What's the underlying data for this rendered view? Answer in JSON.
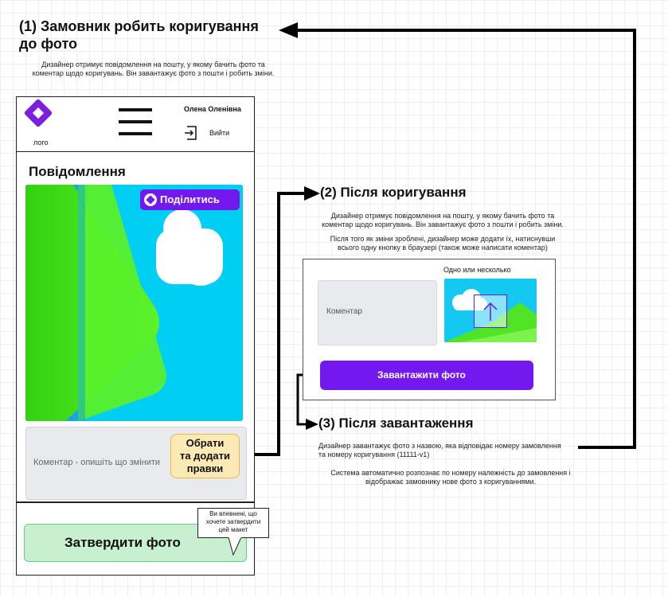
{
  "step1": {
    "title_line1": "(1) Замовник робить коригування",
    "title_line2": "до фото",
    "desc_line1": "Дизайнер отримує повідомлення на пошту, у якому бачить фото та",
    "desc_line2": "коментар щодо коригувань. Він завантажує фото з пошти і робить зміни."
  },
  "phone": {
    "logo_label": "лого",
    "user_name": "Олена Оленівна",
    "exit_label": "Вийти",
    "section_title": "Повідомлення",
    "share_label": "Поділитись",
    "comment_placeholder": "Коментар - опишіть що змінити",
    "choose_btn": [
      "Обрати",
      "та додати",
      "правки"
    ],
    "approve_label": "Затвердити фото",
    "tooltip": [
      "Ви впевнені, що",
      "хочете затвердити",
      "цей макет"
    ]
  },
  "step2": {
    "title": "(2) Після коригування",
    "desc1_line1": "Дизайнер отримує повідомлення на пошту, у якому бачить фото та",
    "desc1_line2": "коментар щодо коригувань. Він завантажує фото з пошти і робить зміни.",
    "desc2_line1": "Після того як зміни зроблені, дизайнер може додати їх, натиснувши",
    "desc2_line2": "всього одну кнопку в браузері (також може написати коментар)"
  },
  "upload_card": {
    "one_or_more": "Одно или несколько",
    "comment_label": "Коментар",
    "upload_label": "Завантажити фото"
  },
  "step3": {
    "title": "(3) Після завантаження",
    "desc1_line1": "Дизайнер завантажує фото з назвою, яка відповідає номеру замовлення",
    "desc1_line2": "та номеру коригування (11111-v1)",
    "desc2_line1": "Система автоматично розпознає по номеру належність до замовлення і",
    "desc2_line2": "відображає замовнику нове фото з коригуваннями."
  },
  "colors": {
    "purple": "#7319ef",
    "sky": "#00cff3",
    "grass": "#59f02a",
    "approve_bg": "#c8f0d0",
    "choose_bg": "#fde9b4"
  }
}
